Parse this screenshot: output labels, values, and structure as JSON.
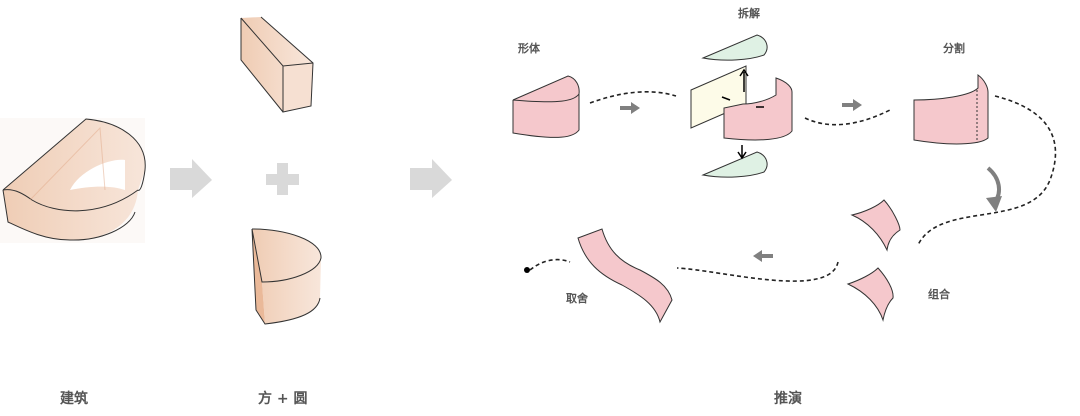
{
  "labels": {
    "building": "建筑",
    "square_plus_circle": "方 + 圆",
    "deduction": "推演"
  },
  "steps": {
    "form": "形体",
    "disassemble": "拆解",
    "divide": "分割",
    "combine": "组合",
    "select": "取舍"
  },
  "colors": {
    "mass": "#ebbd9f",
    "pink": "#f5c8cc",
    "green": "#dff1e4",
    "cream": "#fdfbe8",
    "arrow_gray": "#d9d9d9",
    "small_arrow": "#808080",
    "label": "#555555"
  }
}
